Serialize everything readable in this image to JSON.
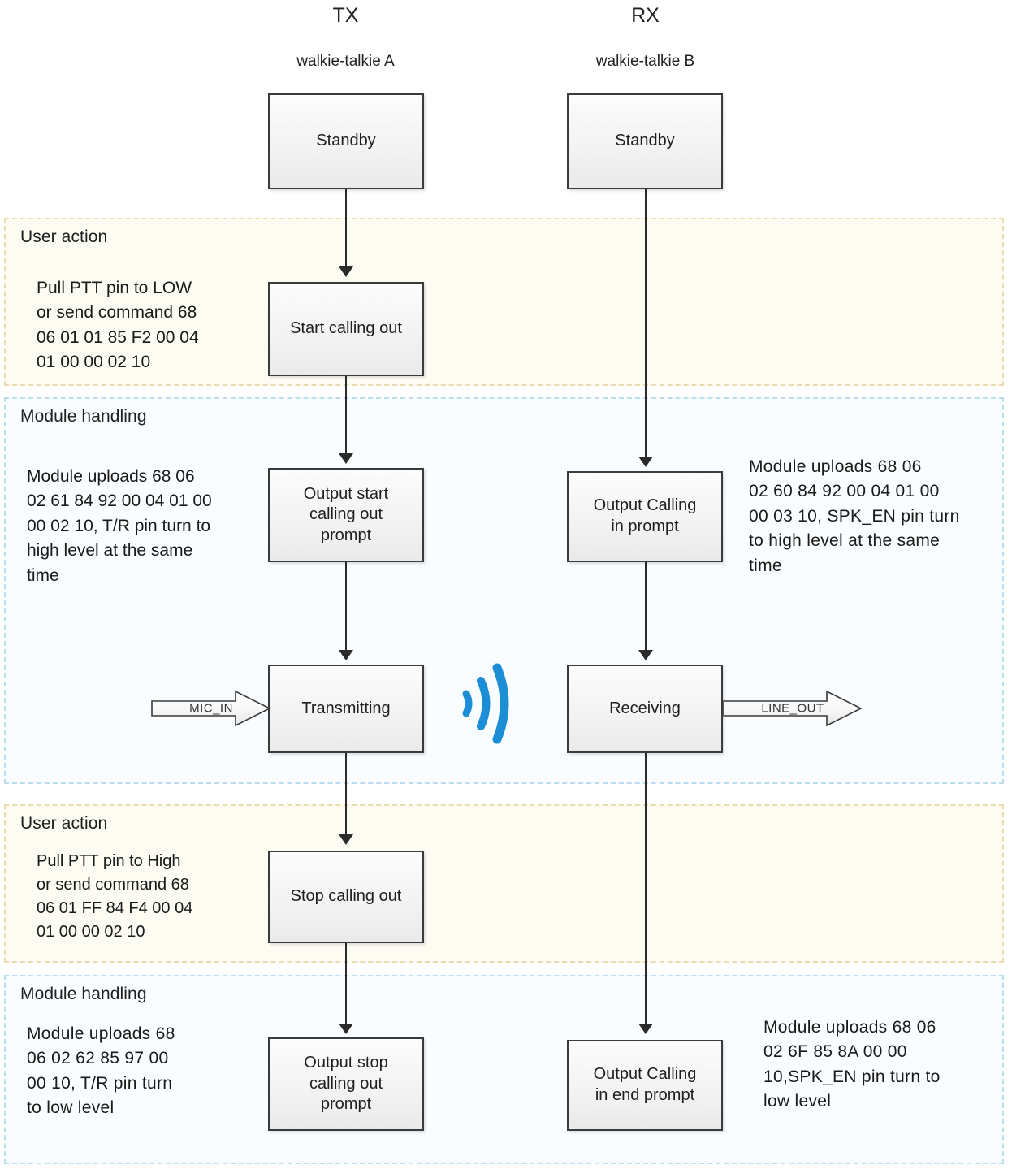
{
  "columns": [
    {
      "title": "TX",
      "subtitle": "walkie-talkie A"
    },
    {
      "title": "RX",
      "subtitle": "walkie-talkie B"
    }
  ],
  "bands": [
    {
      "id": "user-action-1",
      "label": "User action"
    },
    {
      "id": "module-handling-1",
      "label": "Module handling"
    },
    {
      "id": "user-action-2",
      "label": "User action"
    },
    {
      "id": "module-handling-2",
      "label": "Module handling"
    }
  ],
  "boxes": {
    "tx_standby": "Standby",
    "rx_standby": "Standby",
    "tx_start_calling": "Start calling out",
    "tx_output_start_prompt_l1": "Output start",
    "tx_output_start_prompt_l2": "calling out",
    "tx_output_start_prompt_l3": "prompt",
    "rx_output_calling_in_l1": "Output Calling",
    "rx_output_calling_in_l2": "in  prompt",
    "tx_transmitting": "Transmitting",
    "rx_receiving": "Receiving",
    "tx_stop_calling": "Stop calling out",
    "tx_output_stop_prompt_l1": "Output stop",
    "tx_output_stop_prompt_l2": "calling out",
    "tx_output_stop_prompt_l3": "prompt",
    "rx_output_calling_end_l1": "Output Calling",
    "rx_output_calling_end_l2": "in end prompt"
  },
  "notes": {
    "user_action_1": "Pull PTT pin to LOW\nor send command 68\n06 01 01 85 F2 00 04\n01 00 00 02 10",
    "module_handling_1_left": "Module uploads 68 06\n02 61 84 92 00 04 01 00\n00 02 10, T/R pin turn to\nhigh level at the same\ntime",
    "module_handling_1_right": "Module uploads   68 06\n02 60 84 92 00 04 01 00\n00 03 10, SPK_EN pin turn\nto high level at the same\ntime",
    "user_action_2": "Pull PTT pin to High\nor send command 68\n06 01 FF 84 F4 00 04\n01 00 00 02 10",
    "module_handling_2_left": "Module uploads 68\n06  02  62  85  97  00\n00  10, T/R pin turn\nto low level",
    "module_handling_2_right": "Module uploads 68 06\n02   6F   85   8A   00   00\n10,SPK_EN pin turn to\nlow level"
  },
  "signals": {
    "mic_in": "MIC_IN",
    "line_out": "LINE_OUT",
    "rf_icon": "wifi-signal-icon"
  },
  "colors": {
    "user_band_border": "#e8dcb0",
    "user_band_fill": "#fdfcf3",
    "module_band_border": "#bcdcf0",
    "module_band_fill": "#fafdff",
    "box_border": "#3b3b3b",
    "connector": "#2b2b2b",
    "rf_blue": "#1b8ed6"
  }
}
